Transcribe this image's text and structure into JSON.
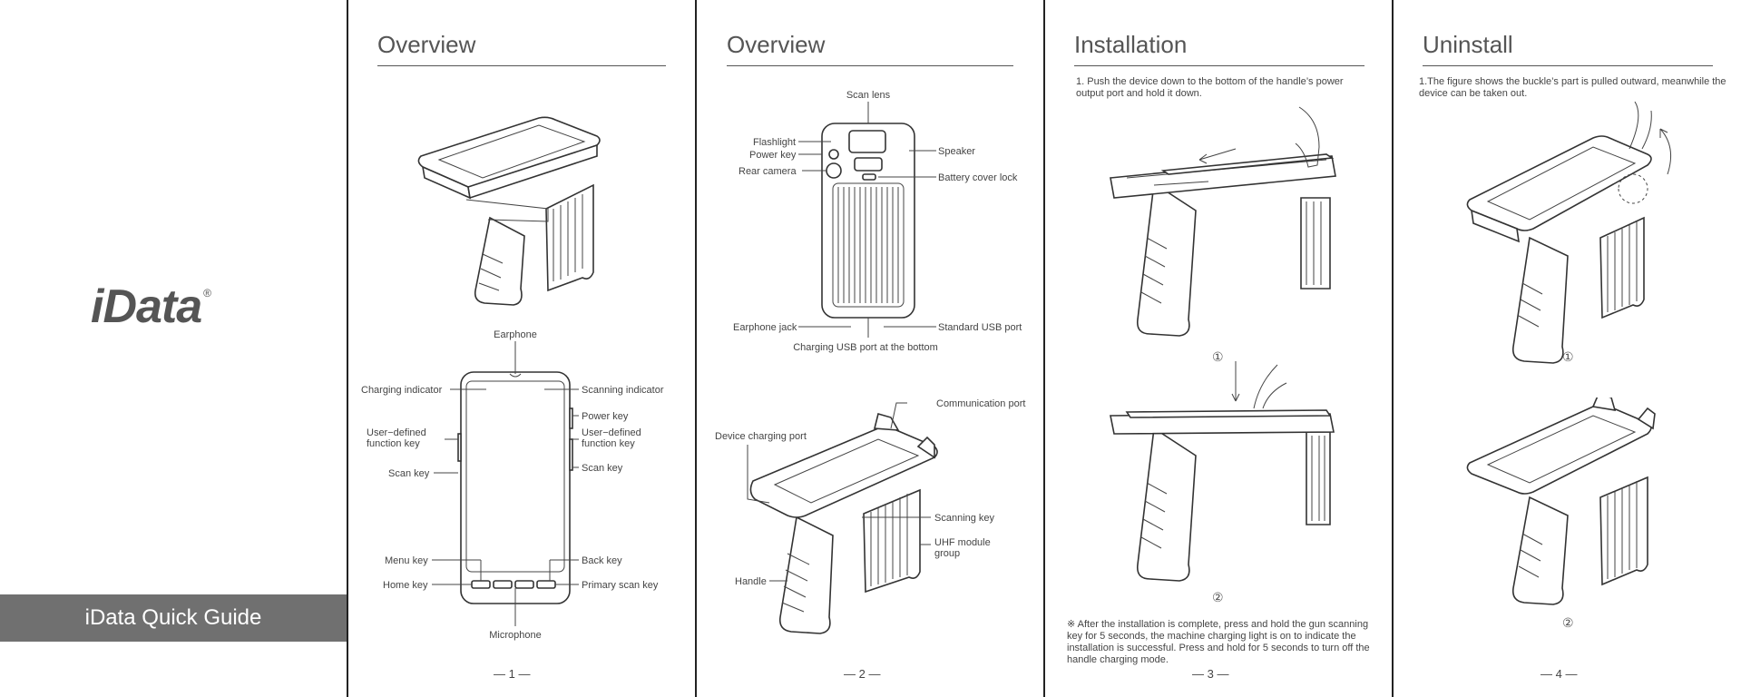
{
  "cover": {
    "logo": "iData",
    "registered": "®",
    "guide_title": "iData Quick Guide"
  },
  "page1": {
    "title": "Overview",
    "page_number": "— 1 —",
    "labels": {
      "earphone": "Earphone",
      "charging_indicator": "Charging indicator",
      "scanning_indicator": "Scanning indicator",
      "power_key": "Power key",
      "user_fn_left_1": "User−defined",
      "user_fn_left_2": "function key",
      "user_fn_right_1": "User−defined",
      "user_fn_right_2": "function key",
      "scan_key_left": "Scan key",
      "scan_key_right": "Scan key",
      "menu_key": "Menu key",
      "back_key": "Back key",
      "home_key": "Home key",
      "primary_scan_key": "Primary scan key",
      "microphone": "Microphone"
    }
  },
  "page2": {
    "title": "Overview",
    "page_number": "— 2 —",
    "labels": {
      "scan_lens": "Scan lens",
      "flashlight": "Flashlight",
      "power_key": "Power key",
      "speaker": "Speaker",
      "rear_camera": "Rear camera",
      "battery_cover_lock": "Battery cover lock",
      "earphone_jack": "Earphone jack",
      "standard_usb_port": "Standard USB port",
      "charging_usb_port": "Charging USB port at the bottom",
      "communication_port": "Communication port",
      "device_charging_port": "Device charging port",
      "scanning_key": "Scanning key",
      "uhf_module_1": "UHF module",
      "uhf_module_2": "group",
      "handle": "Handle"
    }
  },
  "page3": {
    "title": "Installation",
    "page_number": "— 3 —",
    "step1": "1. Push the device down to the bottom of the handle’s power output port and hold it down.",
    "marker1": "①",
    "marker2": "②",
    "note": "※ After the installation is complete, press and hold the gun scanning key for 5 seconds, the machine charging light is on to indicate the installation is successful. Press and hold for 5 seconds to turn off the handle charging mode."
  },
  "page4": {
    "title": "Uninstall",
    "page_number": "— 4 —",
    "step1": "1.The figure shows the buckle’s part is pulled outward, meanwhile the device can be taken out.",
    "marker1": "①",
    "marker2": "②"
  }
}
